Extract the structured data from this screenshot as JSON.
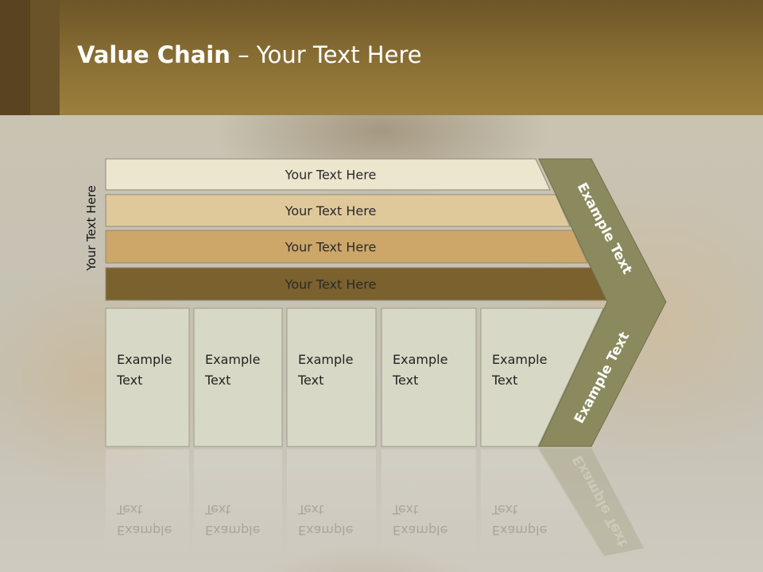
{
  "slide": {
    "title_bold": "Value Chain",
    "title_rest": " – Your Text Here",
    "side_label": "Your Text Here"
  },
  "rows": [
    {
      "label": "Your Text Here",
      "color": "#ece6cf"
    },
    {
      "label": "Your Text Here",
      "color": "#dfc99b"
    },
    {
      "label": "Your Text Here",
      "color": "#cda76a"
    },
    {
      "label": "Your Text Here",
      "color": "#7b612e"
    }
  ],
  "columns": [
    {
      "line1": "Example",
      "line2": "Text"
    },
    {
      "line1": "Example",
      "line2": "Text"
    },
    {
      "line1": "Example",
      "line2": "Text"
    },
    {
      "line1": "Example",
      "line2": "Text"
    },
    {
      "line1": "Example",
      "line2": "Text"
    }
  ],
  "chevron": {
    "upper_label": "Example Text",
    "lower_label": "Example Text",
    "color": "#8a8a5e"
  },
  "colors": {
    "card_fill": "#d8d8c6",
    "card_border": "#9c9c88",
    "header": "#8a7034"
  }
}
